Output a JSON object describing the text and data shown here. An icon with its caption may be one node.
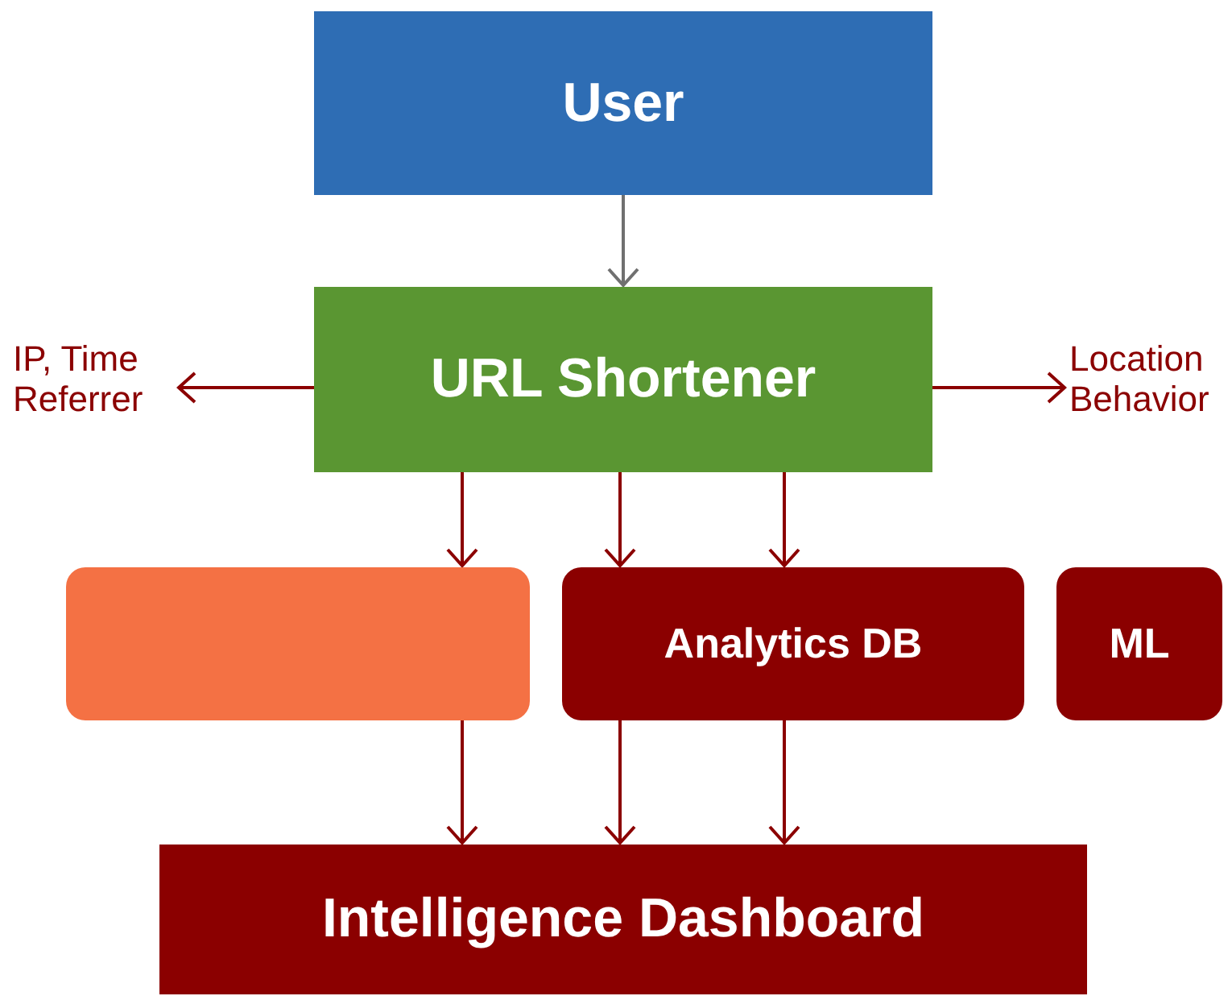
{
  "diagram": {
    "nodes": [
      {
        "text": [
          "User"
        ]
      },
      {
        "text": [
          "URL Shortener"
        ]
      },
      {
        "text": [
          "IP, Time Referrer"
        ]
      },
      {
        "text": [
          "Location Behavior"
        ]
      },
      {
        "text": [],
        "shape": "box"
      },
      {
        "text": [
          "Analytics DB"
        ]
      },
      {
        "text": [
          "ML"
        ]
      },
      {
        "text": [
          "Intelligence Dashboard"
        ]
      }
    ],
    "edges": [
      {
        "from": 0,
        "to": 1,
        "arrow": "to",
        "color": "#707070"
      },
      {
        "from": 1,
        "to": 2,
        "arrow": "to"
      },
      {
        "from": 1,
        "to": 3,
        "arrow": "to"
      },
      {
        "from": 1,
        "to": 4,
        "arrow": "to"
      },
      {
        "from": 1,
        "to": 5,
        "arrow": "to"
      },
      {
        "from": 1,
        "to": 5,
        "arrow": "to"
      },
      {
        "from": 4,
        "to": 7,
        "arrow": "to"
      },
      {
        "from": 5,
        "to": 7,
        "arrow": "to"
      },
      {
        "from": 5,
        "to": 7,
        "arrow": "to"
      }
    ]
  }
}
